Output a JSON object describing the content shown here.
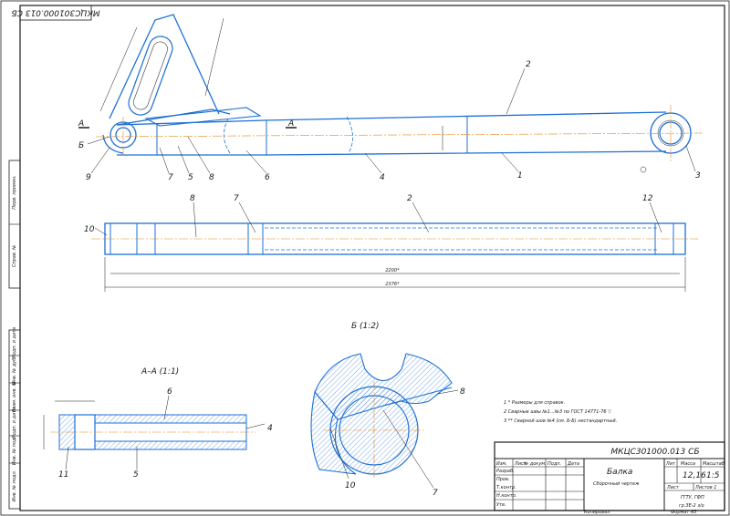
{
  "stamp_rotated": "МКЦС301000.013 СБ",
  "views": {
    "section_a_label": "А",
    "section_b_label": "Б",
    "section_aa_title": "А–А (1:1)",
    "detail_b_title": "Б (1:2)"
  },
  "positions": {
    "p1": "1",
    "p2": "2",
    "p3": "3",
    "p4": "4",
    "p5": "5",
    "p6": "6",
    "p7": "7",
    "p8": "8",
    "p9": "9",
    "p10": "10",
    "p11": "11",
    "p12": "12"
  },
  "dimensions": {
    "overall": "2376*",
    "inner": "2200*"
  },
  "notes": [
    "1   * Размеры для справок.",
    "2   Сварные швы №1…№3 по ГОСТ 14771-76   ▽",
    "3   ** Сварной шов №4 (см. Б-Б) нестандартный."
  ],
  "title_block": {
    "designation": "МКЦС301000.013 СБ",
    "name": "Балка",
    "doc_type": "Сборочный чертеж",
    "lit_header": "Лит",
    "mass_header": "Масса",
    "scale_header": "Масштаб",
    "mass": "12,16",
    "scale": "1:5",
    "sheet": "Лист",
    "sheets": "Листов  1",
    "org_line1": "ГГТУ, ГФП",
    "org_line2": "гр.ЗЕ-2 з/о",
    "copied": "Копировал",
    "format": "Формат    А3",
    "rows": [
      "Изм.",
      "Лист",
      "№ докум.",
      "Подп.",
      "Дата",
      "Разраб.",
      "Пров.",
      "Т.контр.",
      "Н.контр.",
      "Утв."
    ]
  },
  "side_strip": [
    "Перв. примен.",
    "Справ. №",
    "Подп. и дата",
    "Инв. № дубл.",
    "Взам. инв. №",
    "Подп. и дата",
    "Инв. № подл."
  ]
}
